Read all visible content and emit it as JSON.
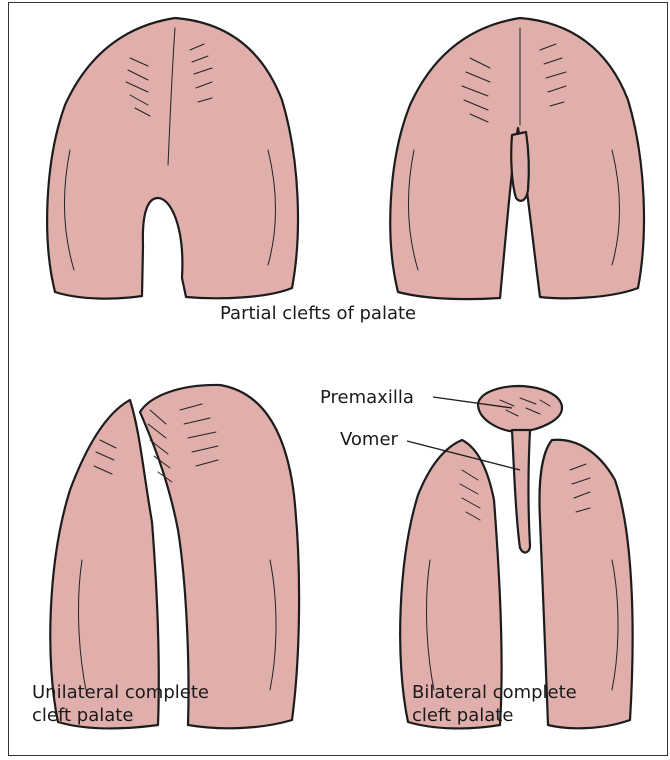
{
  "figure": {
    "panels": [
      {
        "id": "partial-left"
      },
      {
        "id": "partial-right"
      },
      {
        "id": "unilateral"
      },
      {
        "id": "bilateral"
      }
    ],
    "captions": {
      "partial": "Partial clefts of palate",
      "unilateral": "Unilateral complete\ncleft palate",
      "bilateral": "Bilateral complete\ncleft palate"
    },
    "labels": {
      "premaxilla": "Premaxilla",
      "vomer": "Vomer"
    },
    "colors": {
      "tissue": "#e0aeab",
      "outline": "#1c1c1c",
      "border": "#333333"
    }
  }
}
